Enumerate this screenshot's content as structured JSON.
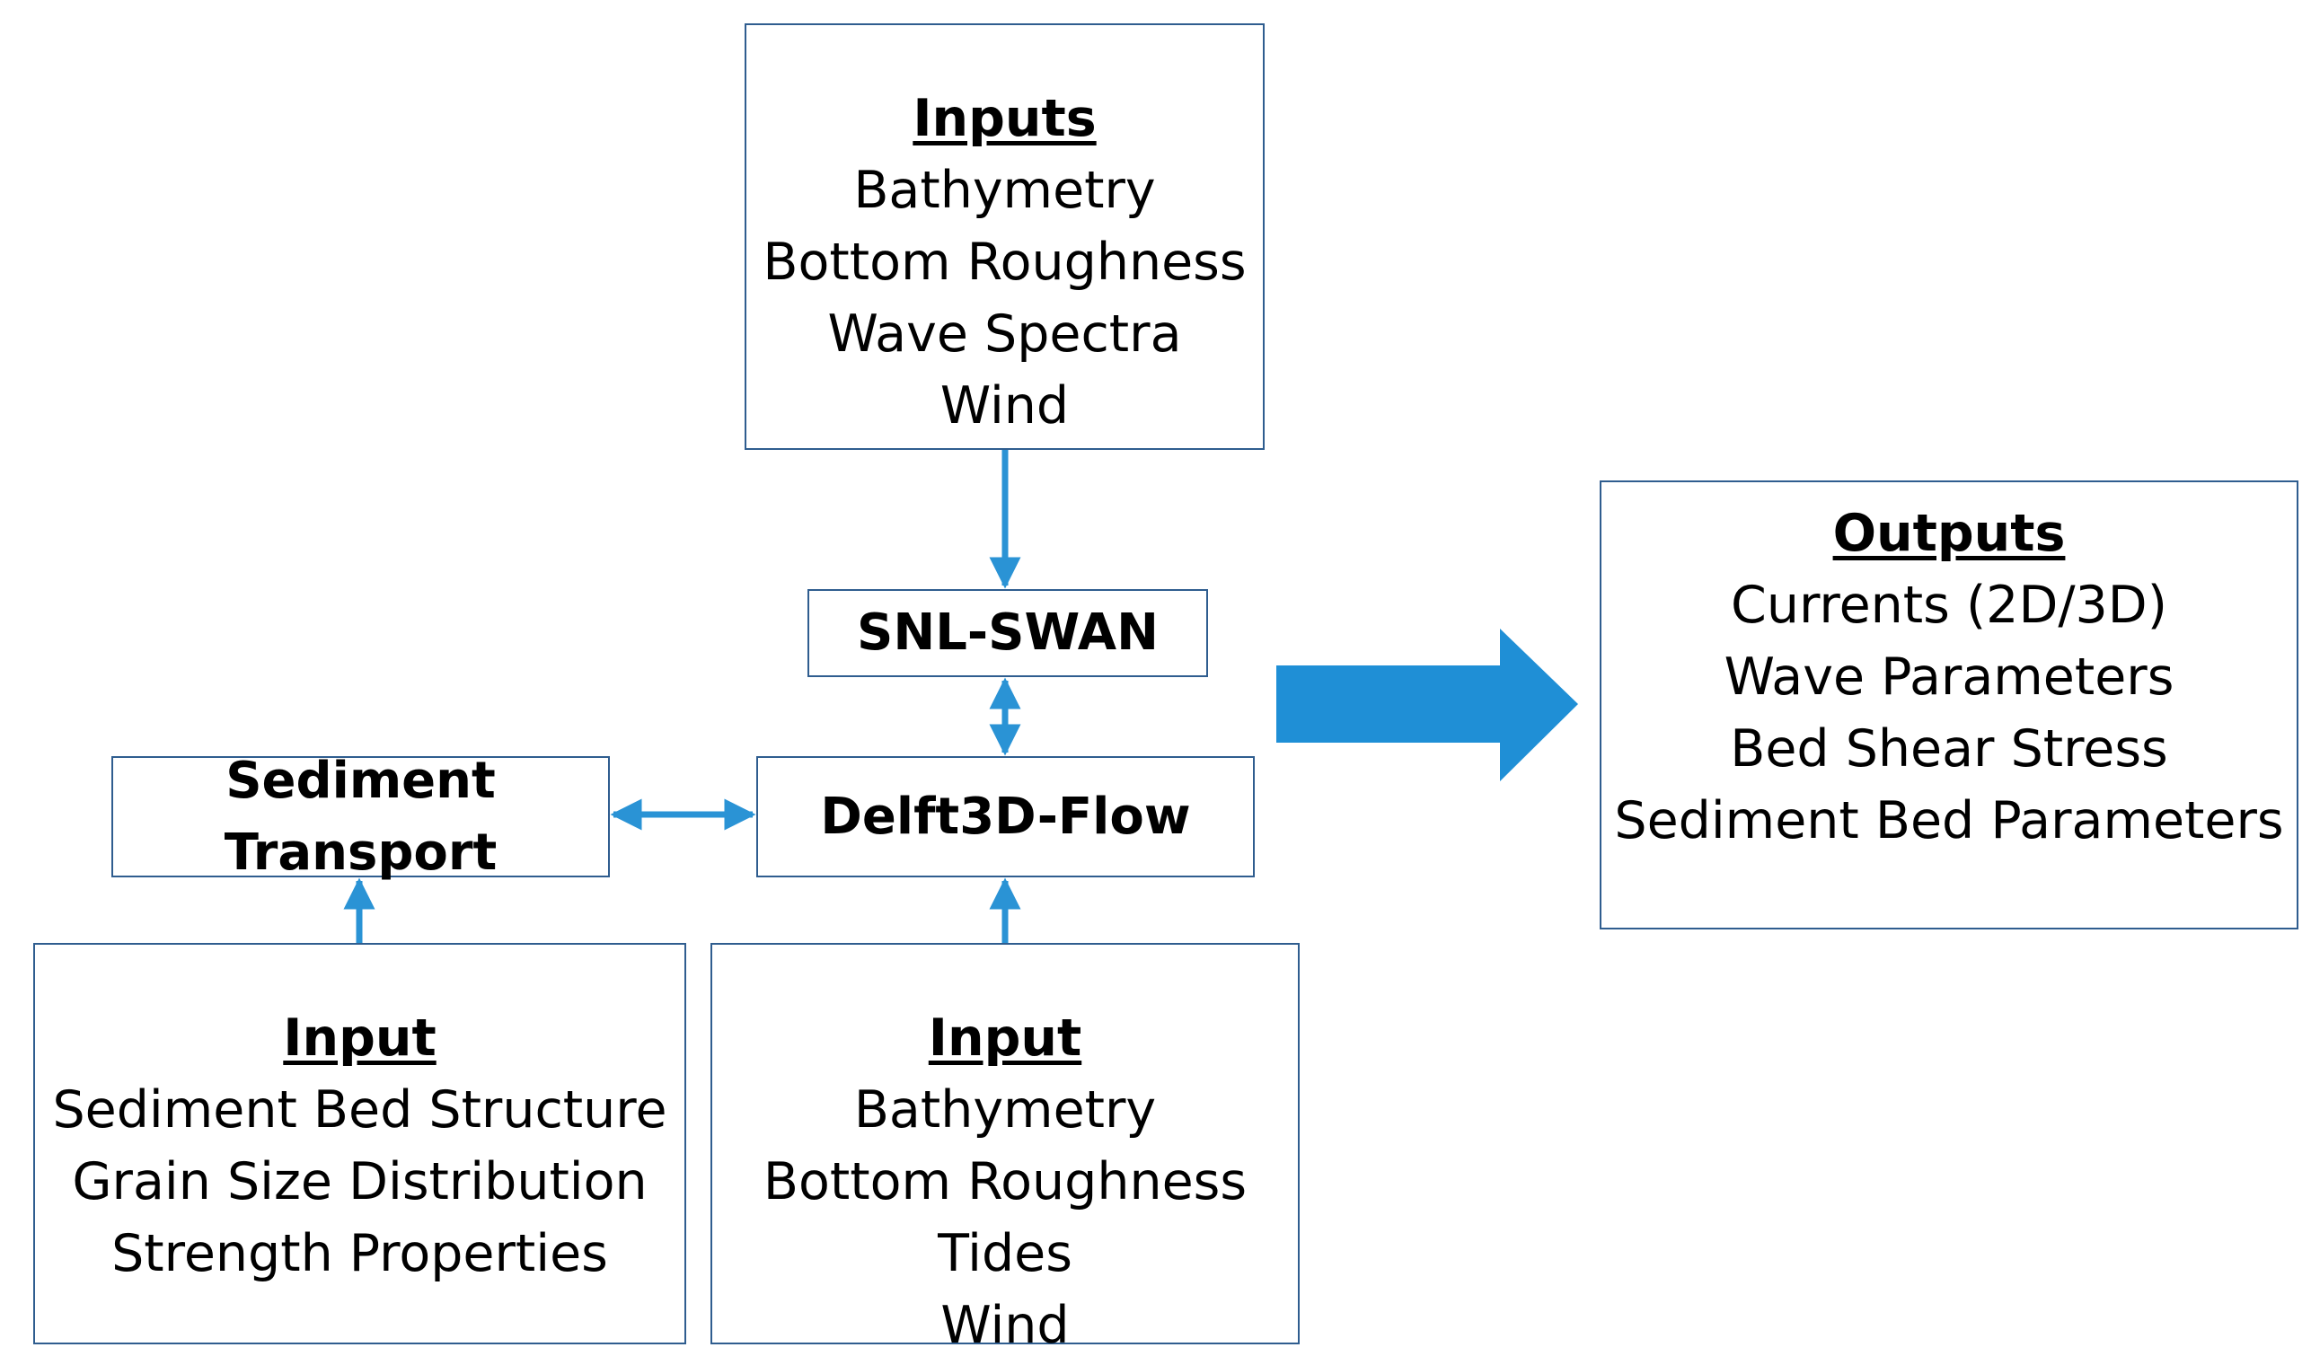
{
  "colors": {
    "box_border": "#2f5d8f",
    "arrow": "#2a93d5",
    "big_arrow": "#1f8fd6"
  },
  "inputs_top": {
    "heading": "Inputs",
    "items": [
      "Bathymetry",
      "Bottom Roughness",
      "Wave Spectra",
      "Wind"
    ]
  },
  "snl_swan": {
    "label": "SNL-SWAN"
  },
  "delft3d_flow": {
    "label": "Delft3D-Flow"
  },
  "sediment_transport": {
    "line1": "Sediment",
    "line2": "Transport"
  },
  "outputs": {
    "heading": "Outputs",
    "items": [
      "Currents (2D/3D)",
      "Wave Parameters",
      "Bed Shear Stress",
      "Sediment Bed Parameters"
    ]
  },
  "input_left": {
    "heading": "Input",
    "items": [
      "Sediment Bed Structure",
      "Grain Size Distribution",
      "Strength Properties"
    ]
  },
  "input_right": {
    "heading": "Input",
    "items": [
      "Bathymetry",
      "Bottom Roughness",
      "Tides",
      "Wind"
    ]
  }
}
